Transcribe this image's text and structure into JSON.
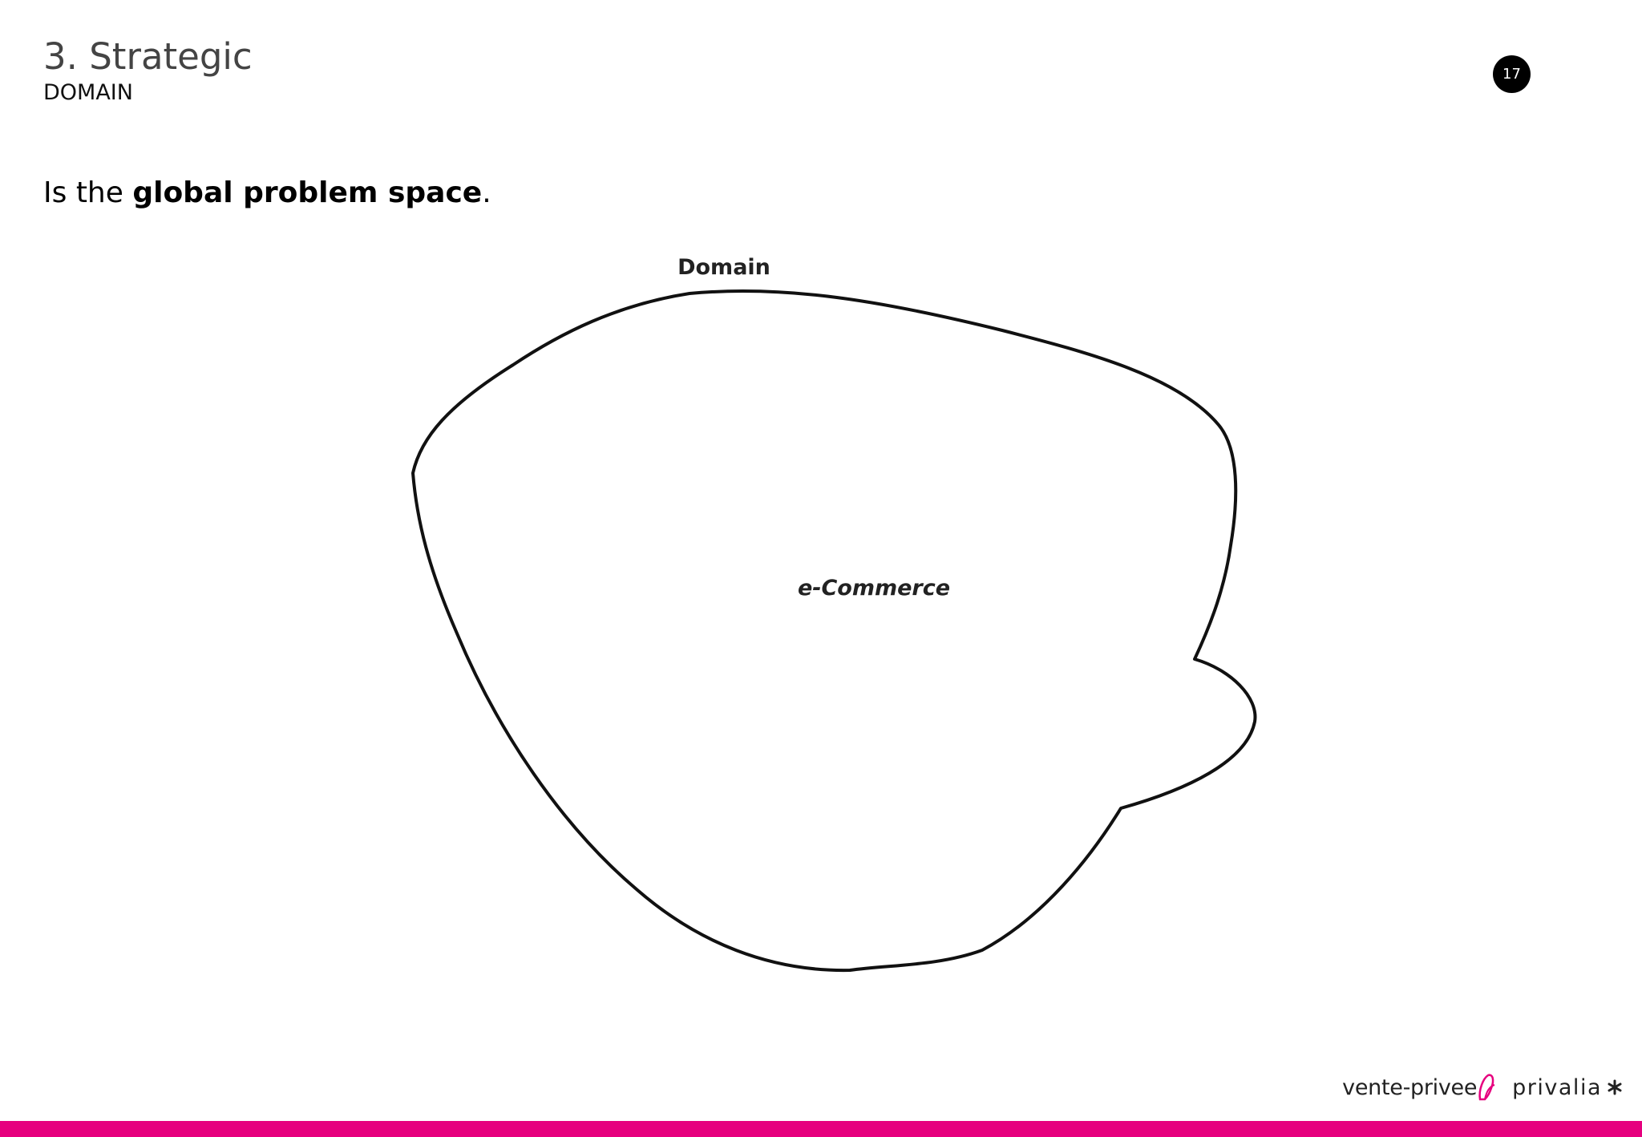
{
  "header": {
    "title": "3. Strategic",
    "subtitle": "DOMAIN",
    "page_number": "17"
  },
  "body": {
    "lead_prefix": "Is the ",
    "lead_bold": "global problem space",
    "lead_suffix": "."
  },
  "diagram": {
    "domain_label": "Domain",
    "center_label": "e-Commerce"
  },
  "footer": {
    "logo_vente_privee": "vente-privee",
    "logo_privalia": "privalia",
    "bar_color": "#e6007e"
  },
  "colors": {
    "accent": "#e6007e",
    "badge": "#000000"
  }
}
